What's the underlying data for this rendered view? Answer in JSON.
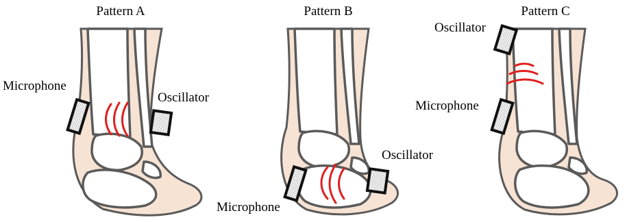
{
  "colors": {
    "skin": "#f6e3d4",
    "bone_fill": "#ffffff",
    "bone_outline": "#5a5a5a",
    "wave": "#e02020",
    "device_border": "#111111",
    "device_fill": "#c8c8c8"
  },
  "icons": {
    "microphone": "microphone-pad-icon",
    "oscillator": "oscillator-pad-icon",
    "sound_wave": "sound-wave-icon"
  },
  "panels": [
    {
      "title": "Pattern A",
      "microphone_label": "Microphone",
      "oscillator_label": "Oscillator"
    },
    {
      "title": "Pattern B",
      "microphone_label": "Microphone",
      "oscillator_label": "Oscillator"
    },
    {
      "title": "Pattern C",
      "microphone_label": "Microphone",
      "oscillator_label": "Oscillator"
    }
  ]
}
